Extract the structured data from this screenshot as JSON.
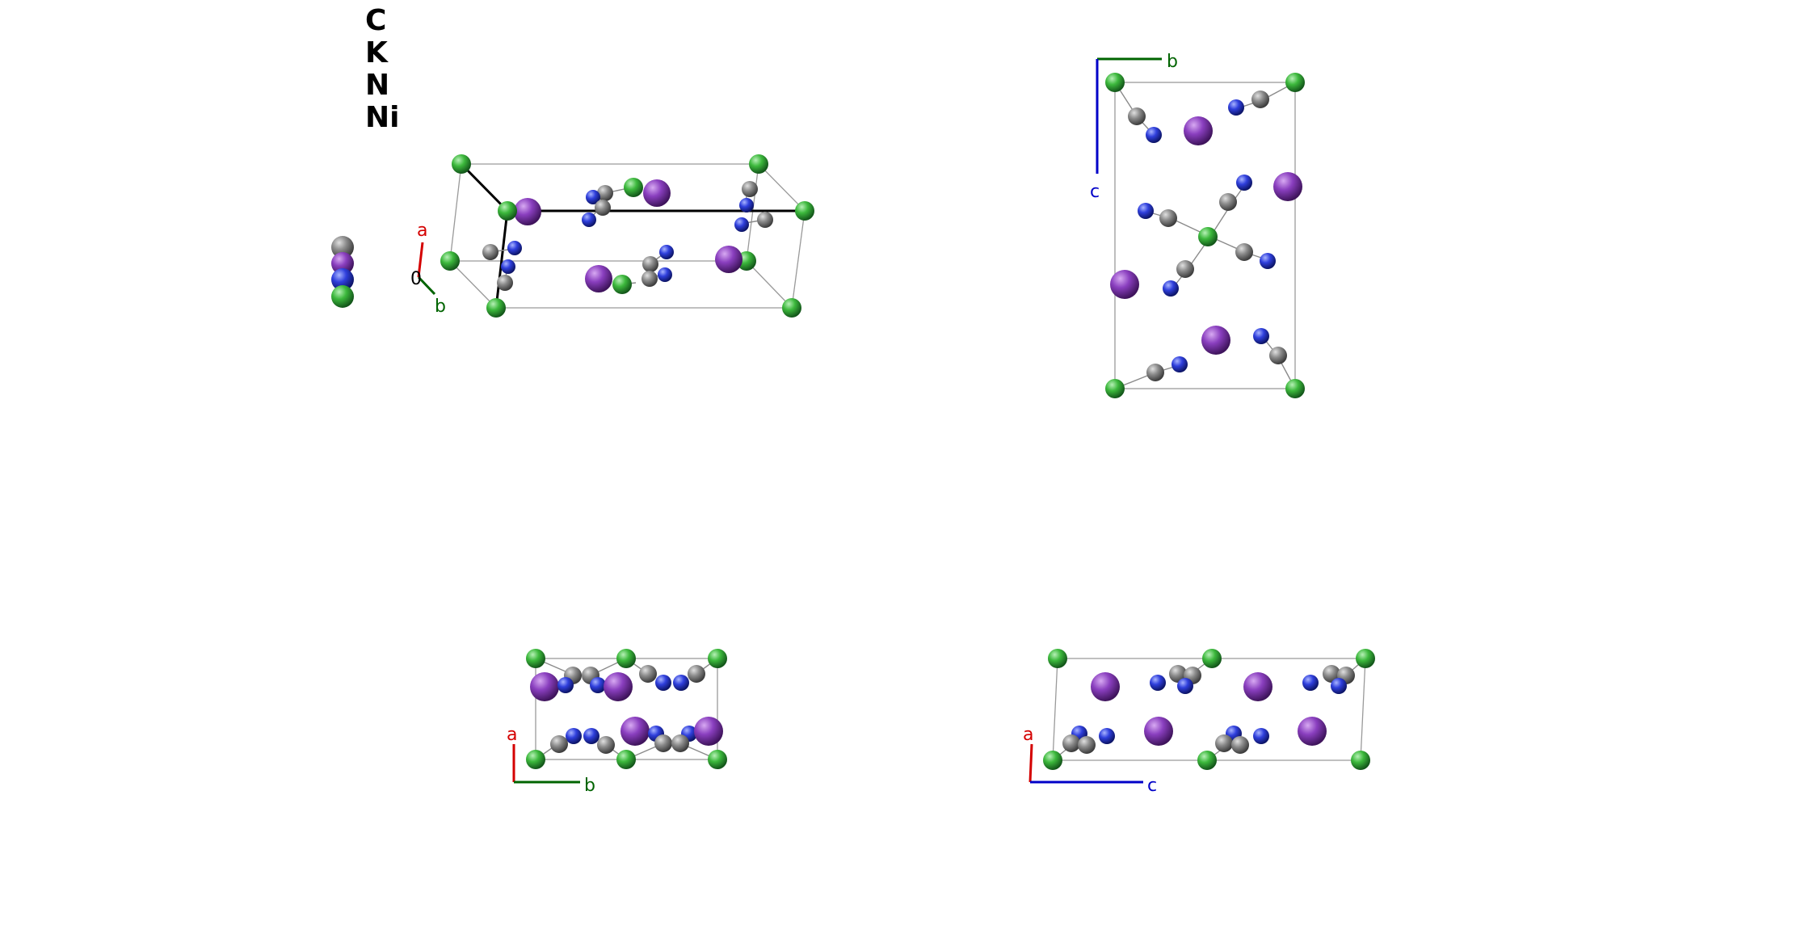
{
  "legend": {
    "elements": [
      {
        "symbol": "C",
        "color": "#808080"
      },
      {
        "symbol": "K",
        "color": "#8a3fbf"
      },
      {
        "symbol": "N",
        "color": "#2f3fdc"
      },
      {
        "symbol": "Ni",
        "color": "#3cb83c"
      }
    ]
  },
  "colors": {
    "C": "#808080",
    "K": "#8a3fbf",
    "N": "#2f3fdc",
    "Ni": "#3cb83c",
    "axis_a": "#d40000",
    "axis_b": "#006400",
    "axis_c": "#0000c8",
    "cell_edge": "#9a9a9a"
  },
  "views": {
    "perspective": {
      "axes": {
        "a": "a",
        "b": "b",
        "origin": "0"
      }
    },
    "view_bc": {
      "axes": {
        "b": "b",
        "c": "c"
      }
    },
    "view_ab": {
      "axes": {
        "a": "a",
        "b": "b"
      }
    },
    "view_ac": {
      "axes": {
        "a": "a",
        "c": "c"
      }
    }
  }
}
